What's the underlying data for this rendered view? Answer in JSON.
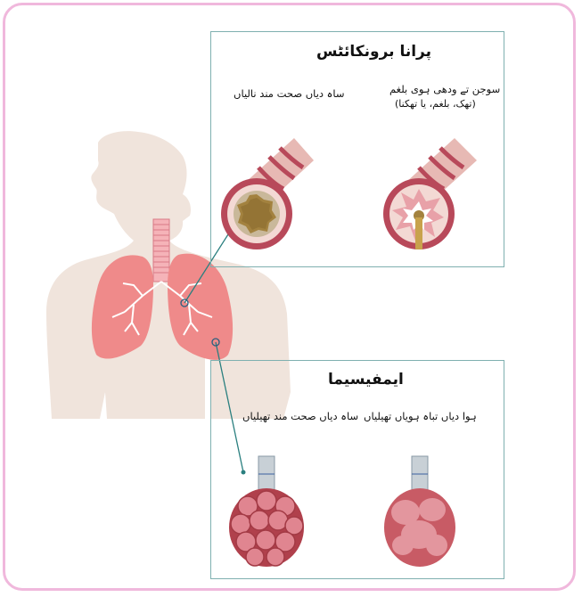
{
  "chronic_bronchitis": {
    "title": "پرانا برونکائٹس",
    "healthy_label": "ساہ دیاں صحت مند نالیاں",
    "inflamed_label_line1": "سوجن تے ودھی ہوی بلغم",
    "inflamed_label_line2": "(تھک، بلغم، یا تھکنا)"
  },
  "emphysema": {
    "title": "ایمفیسیما",
    "healthy_label": "ساہ دیاں صحت مند تھیلیاں",
    "damaged_label": "ہوا دیاں تباہ ہویاں تھیلیاں"
  },
  "colors": {
    "frame": "#f0b8dc",
    "panel_border": "#7fb0b0",
    "body": "#f0e4dc",
    "lung": "#ef8a8a",
    "airway": "#b8495a",
    "mucus": "#c8a24c",
    "alveoli": "#c85b65"
  }
}
